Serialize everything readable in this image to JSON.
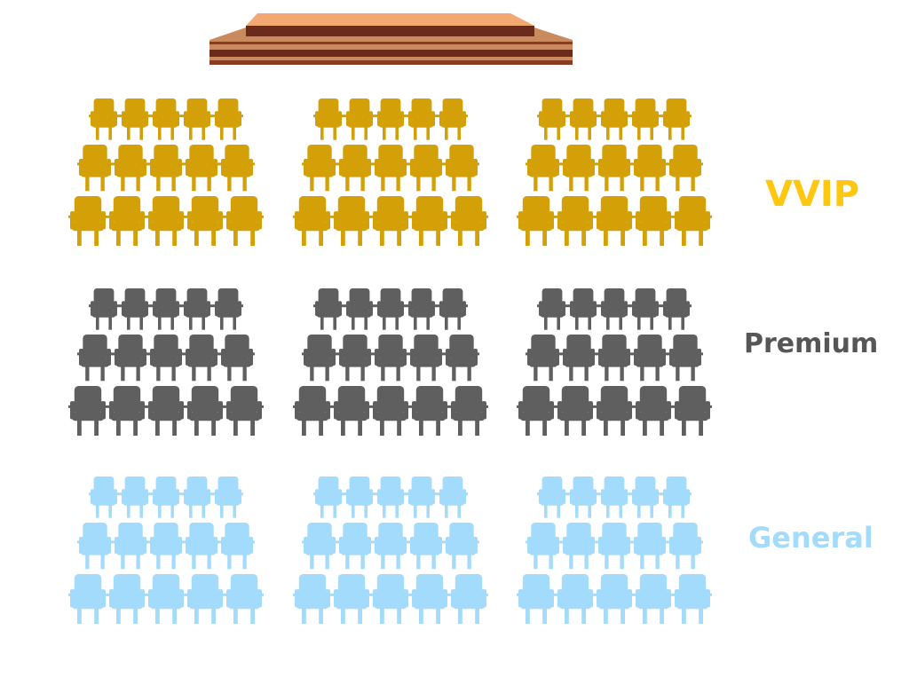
{
  "stage": {
    "top_color": "#f3a871",
    "side_color": "#c98a5d",
    "dark_color": "#6b2b1c",
    "band_color": "#8a3a22"
  },
  "tiers": [
    {
      "id": "vvip",
      "label": "VVIP",
      "color": "#d4a007",
      "label_color": "#ffc710"
    },
    {
      "id": "premium",
      "label": "Premium",
      "color": "#5f5f5f",
      "label_color": "#565656"
    },
    {
      "id": "general",
      "label": "General",
      "color": "#a2dbfc",
      "label_color": "#a2dbfc"
    }
  ],
  "seating": {
    "blocks_per_tier": 3,
    "rows_per_block": 3,
    "seats_per_row": 5
  }
}
